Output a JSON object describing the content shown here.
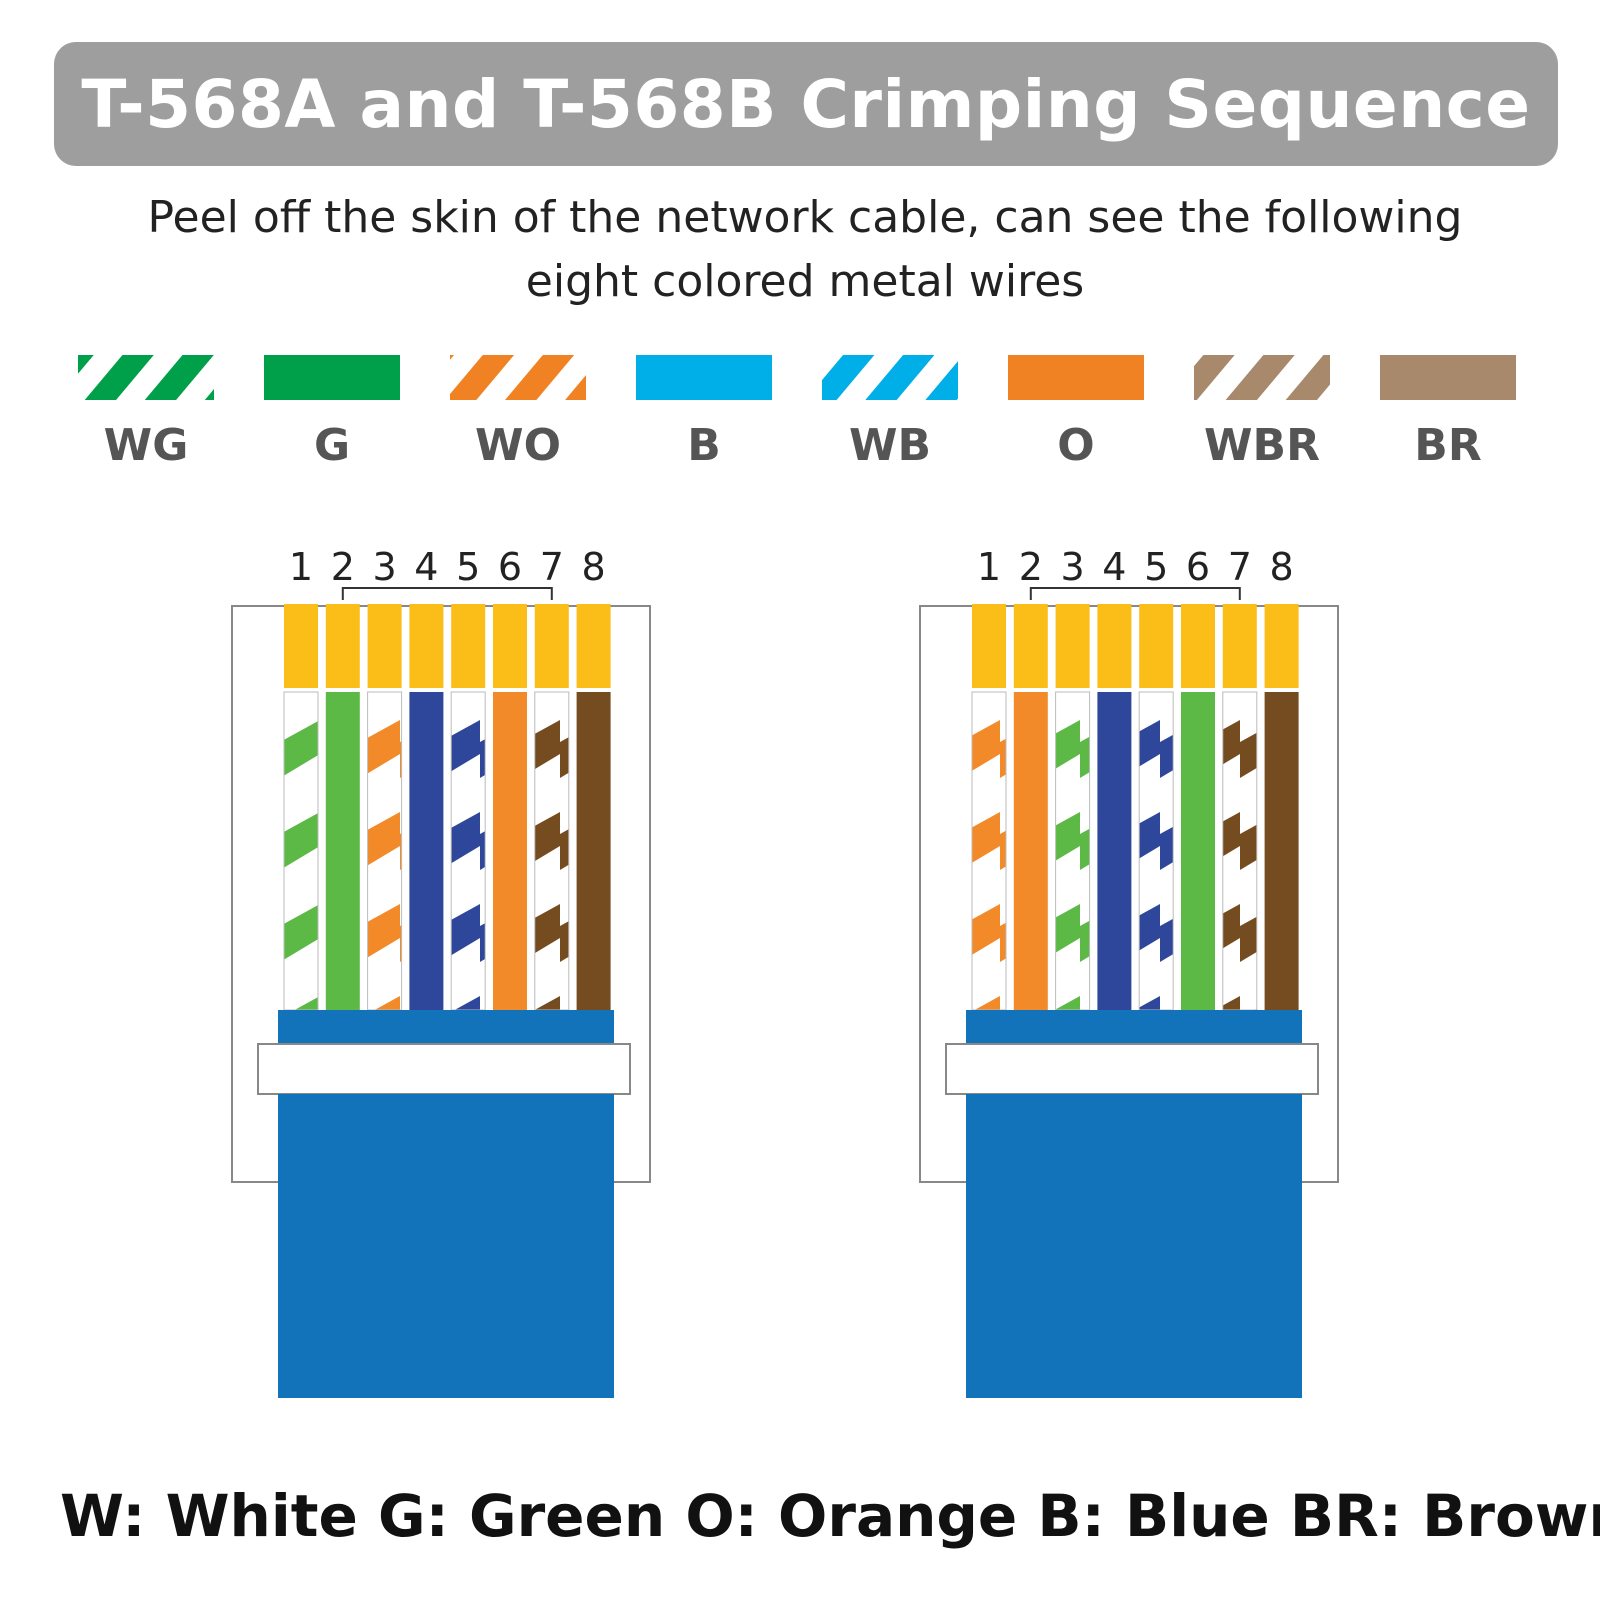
{
  "title": "T-568A and T-568B Crimping Sequence",
  "subtitle": "Peel off the skin of the network cable, can see the following eight colored metal wires",
  "legend": [
    {
      "code": "WG",
      "striped": true,
      "color": "#00a04a"
    },
    {
      "code": "G",
      "striped": false,
      "color": "#00a04a"
    },
    {
      "code": "WO",
      "striped": true,
      "color": "#f08223"
    },
    {
      "code": "B",
      "striped": false,
      "color": "#00aee8"
    },
    {
      "code": "WB",
      "striped": true,
      "color": "#00aee8"
    },
    {
      "code": "O",
      "striped": false,
      "color": "#f08223"
    },
    {
      "code": "WBR",
      "striped": true,
      "color": "#a8896c"
    },
    {
      "code": "BR",
      "striped": false,
      "color": "#a8896c"
    }
  ],
  "connectors": [
    {
      "pins": [
        "1",
        "2",
        "3",
        "4",
        "5",
        "6",
        "7",
        "8"
      ],
      "wires": [
        {
          "code": "WG",
          "striped": true,
          "color": "#5cb946"
        },
        {
          "code": "G",
          "striped": false,
          "color": "#5cb946"
        },
        {
          "code": "WO",
          "striped": true,
          "color": "#f28a2a"
        },
        {
          "code": "B",
          "striped": false,
          "color": "#2f479b"
        },
        {
          "code": "WB",
          "striped": true,
          "color": "#2f479b"
        },
        {
          "code": "O",
          "striped": false,
          "color": "#f28a2a"
        },
        {
          "code": "WBR",
          "striped": true,
          "color": "#744c20"
        },
        {
          "code": "BR",
          "striped": false,
          "color": "#744c20"
        }
      ]
    },
    {
      "pins": [
        "1",
        "2",
        "3",
        "4",
        "5",
        "6",
        "7",
        "8"
      ],
      "wires": [
        {
          "code": "WO",
          "striped": true,
          "color": "#f28a2a"
        },
        {
          "code": "O",
          "striped": false,
          "color": "#f28a2a"
        },
        {
          "code": "WG",
          "striped": true,
          "color": "#5cb946"
        },
        {
          "code": "B",
          "striped": false,
          "color": "#2f479b"
        },
        {
          "code": "WB",
          "striped": true,
          "color": "#2f479b"
        },
        {
          "code": "G",
          "striped": false,
          "color": "#5cb946"
        },
        {
          "code": "WBR",
          "striped": true,
          "color": "#744c20"
        },
        {
          "code": "BR",
          "striped": false,
          "color": "#744c20"
        }
      ]
    }
  ],
  "colors": {
    "contact": "#fbbd18",
    "boot": "#1273bb",
    "title_bg": "#9e9e9e",
    "housing_outline": "#888888"
  },
  "footer": "W: White G: Green O: Orange B: Blue BR: Brown"
}
